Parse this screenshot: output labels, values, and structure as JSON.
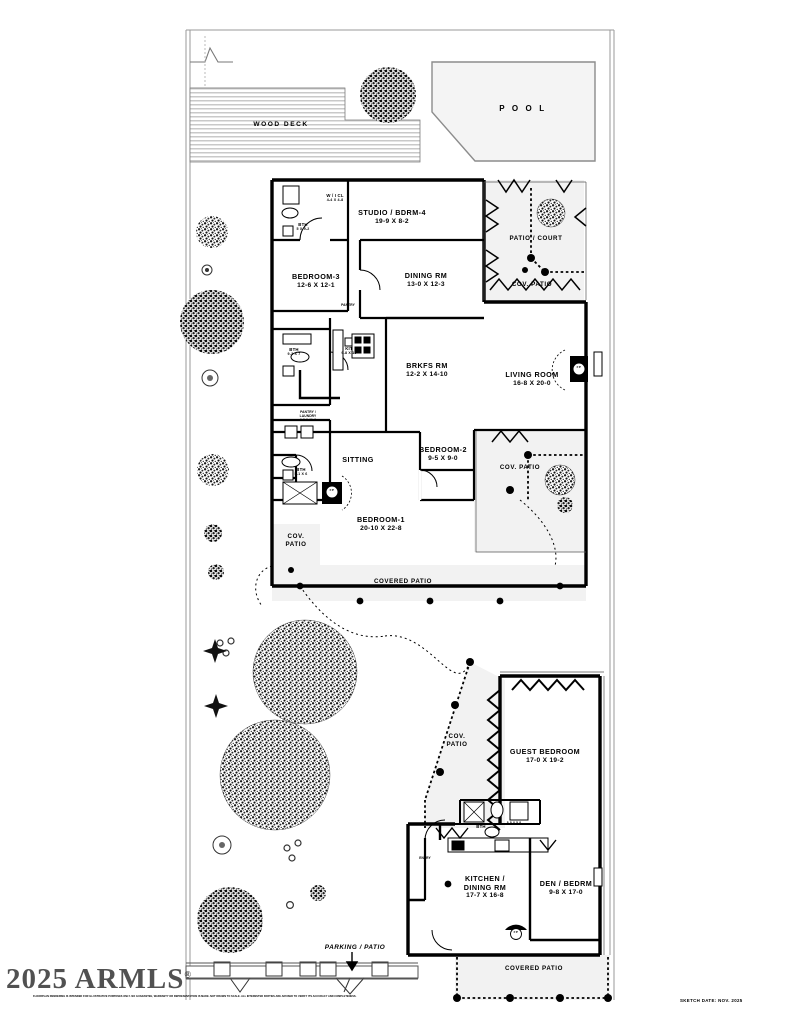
{
  "meta": {
    "watermark": "2025 ARMLS",
    "watermark_mark": "®",
    "disclaimer": "FLOORPLAN RENDERING IS INTENDED FOR ILLUSTRATIVE PURPOSES ONLY.  NO GUARANTEE, WARRANTY OR REPRESENTATION IS MADE.  NOT DRAWN TO SCALE.  ALL INTERESTED PARTIES ARE ADVISED TO VERIFY ITS ACCURACY AND COMPLETENESS.",
    "sketch_date": "SKETCH DATE:   NOV. 2025",
    "ink": "#000000",
    "fill_patio": "#f2f2f2",
    "fill_pool": "#f4f4f4"
  },
  "outdoor": {
    "pool": "P O O L",
    "wood_deck": "WOOD  DECK",
    "parking": "PARKING / PATIO"
  },
  "rooms": {
    "studio": {
      "name": "STUDIO / BDRM-4",
      "dim": "19-9  X  8-2"
    },
    "dining": {
      "name": "DINING RM",
      "dim": "13-0 X 12-3"
    },
    "bedroom3": {
      "name": "BEDROOM-3",
      "dim": "12-6  X  12-1"
    },
    "brkfs": {
      "name": "BRKFS RM",
      "dim": "12-2 X 14-10"
    },
    "living": {
      "name": "LIVING ROOM",
      "dim": "16-8   X   20-0"
    },
    "bedroom2": {
      "name": "BEDROOM-2",
      "dim": "9-5  X  9-0"
    },
    "sitting": {
      "name": "SITTING",
      "dim": ""
    },
    "bedroom1": {
      "name": "BEDROOM-1",
      "dim": "20-10 X 22-8"
    },
    "guest": {
      "name": "GUEST BEDROOM",
      "dim": "17-0  X 19-2"
    },
    "kitchen_dining": {
      "name": "KITCHEN /\nDINING RM",
      "dim": "17-7 X 16-8"
    },
    "den": {
      "name": "DEN / BEDRM",
      "dim": "9-8  X  17-0"
    }
  },
  "small_rooms": {
    "bth_top": {
      "name": "BTH",
      "dim": "5 X 9-2"
    },
    "wic_top": {
      "name": "W / I CL",
      "dim": "4-4 X 4-8"
    },
    "bth_mid": {
      "name": "BTH",
      "dim": "9-3 X 7"
    },
    "kit": {
      "name": "KIT",
      "dim": "9-8 X 15"
    },
    "pantry_laundry": {
      "name": "PANTRY /\nLAUNDRY",
      "dim": "6-8 X 11-6"
    },
    "bth_low": {
      "name": "BTH",
      "dim": "5-1 X 6"
    },
    "bth_guest": {
      "name": "BTH",
      "dim": "8-8 X 5-8"
    },
    "pantry_small": {
      "name": "PANTRY"
    },
    "entry": {
      "name": "ENTRY"
    }
  },
  "patios": {
    "patio_court": "PATIO / COURT",
    "cov_patio_ne": "COV. PATIO",
    "cov_patio_e": "COV. PATIO",
    "cov_patio_w": "COV.\nPATIO",
    "covered_patio_main": "COVERED PATIO",
    "cov_patio_guest": "COV.\nPATIO",
    "covered_patio_south": "COVERED PATIO"
  },
  "fixtures": {
    "fireplace": "FP"
  }
}
